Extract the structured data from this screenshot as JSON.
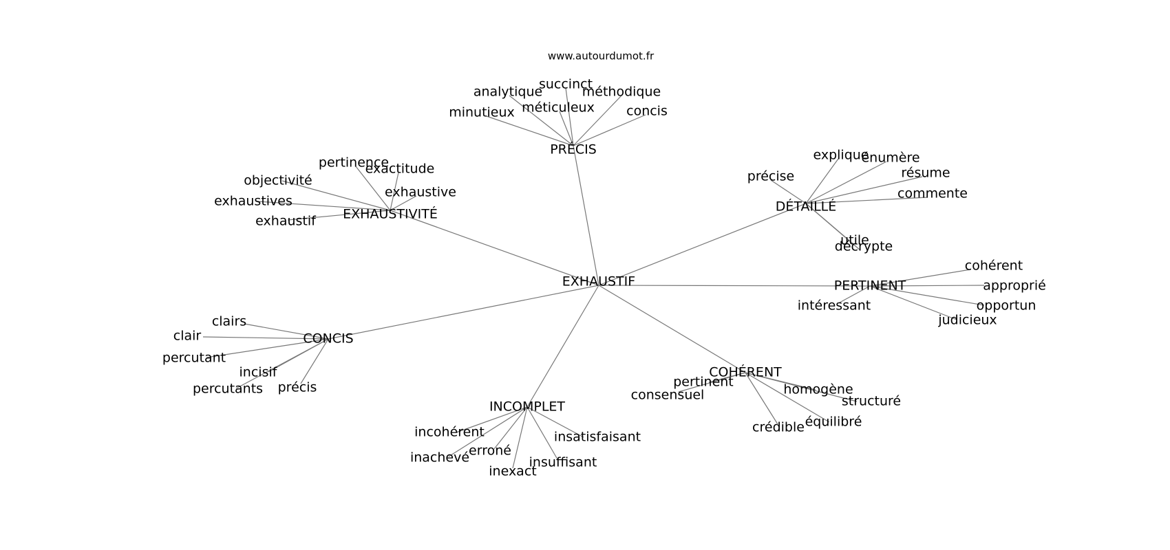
{
  "source_label": "www.autourdumot.fr",
  "colors": {
    "edge": "#777777",
    "text": "#000000",
    "background": "#ffffff"
  },
  "graph": {
    "center": "EXHAUSTIF",
    "groups": [
      {
        "label": "PRÉCIS",
        "words": [
          "analytique",
          "succinct",
          "méticuleux",
          "méthodique",
          "minutieux",
          "concis"
        ]
      },
      {
        "label": "EXHAUSTIVITÉ",
        "words": [
          "pertinence",
          "exactitude",
          "objectivité",
          "exhaustive",
          "exhaustives",
          "exhaustif"
        ]
      },
      {
        "label": "DÉTAILLÉ",
        "words": [
          "explique",
          "énumère",
          "précise",
          "résume",
          "commente",
          "utile",
          "décrypte"
        ]
      },
      {
        "label": "PERTINENT",
        "words": [
          "cohérent",
          "approprié",
          "intéressant",
          "opportun",
          "judicieux"
        ]
      },
      {
        "label": "CONCIS",
        "words": [
          "clairs",
          "clair",
          "percutant",
          "incisif",
          "percutants",
          "précis"
        ]
      },
      {
        "label": "COHÉRENT",
        "words": [
          "pertinent",
          "consensuel",
          "homogène",
          "structuré",
          "équilibré",
          "crédible"
        ]
      },
      {
        "label": "INCOMPLET",
        "words": [
          "incohérent",
          "insatisfaisant",
          "erroné",
          "inachevé",
          "insuffisant",
          "inexact"
        ]
      }
    ]
  }
}
